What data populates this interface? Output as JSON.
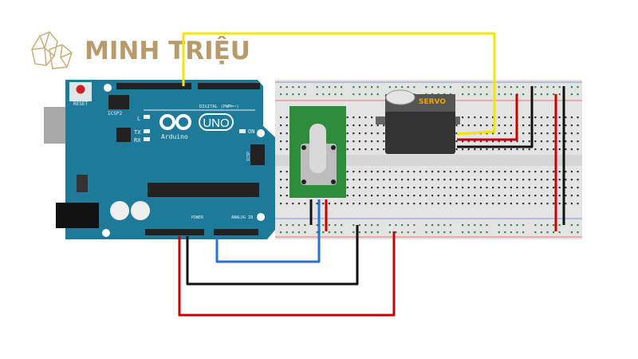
{
  "logo": {
    "text": "MINH TRIỆU"
  },
  "arduino": {
    "reset_label": "RESET",
    "icsp2_label": "ICSP2",
    "icsp_label": "ICSP",
    "led_l": "L",
    "led_tx": "TX",
    "led_rx": "RX",
    "led_on": "ON",
    "model": "UNO",
    "brand": "Arduino",
    "digital_label": "DIGITAL (PWM=~)",
    "power_label": "POWER",
    "analog_label": "ANALOG IN"
  },
  "servo": {
    "label": "SERVO"
  },
  "colors": {
    "board": "#1f7a9a",
    "breadboard": "#e6e6e6",
    "pot_board": "#2e8b3a",
    "wire_signal": "#f2e600",
    "wire_power": "#c40000",
    "wire_ground": "#111111",
    "wire_analog": "#2a6fd6",
    "logo": "#b89b6a"
  }
}
